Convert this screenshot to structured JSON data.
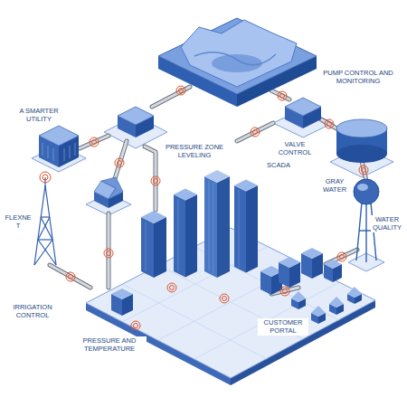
{
  "diagram": {
    "labels": [
      "PUMP CONTROL AND MONITORING",
      "A SMARTER UTILITY",
      "PRESSURE ZONE LEVELING",
      "SCADA",
      "VALVE CONTROL",
      "GRAY WATER",
      "WATER QUALITY",
      "FLEXNET",
      "IRRIGATION CONTROL",
      "PRESSURE AND TEMPERATURE",
      "CUSTOMER PORTAL"
    ]
  }
}
